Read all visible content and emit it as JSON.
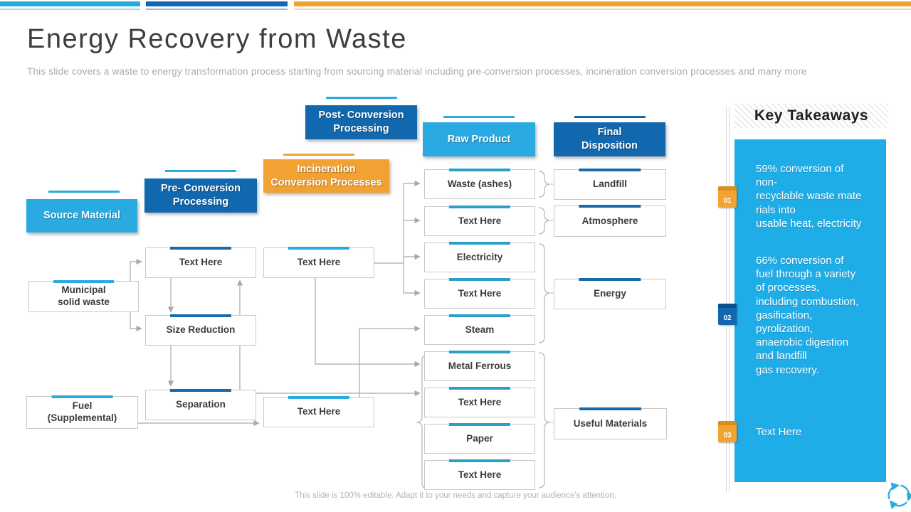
{
  "slide": {
    "title": "Energy Recovery from Waste",
    "subtitle": "This slide covers a waste to energy transformation process starting from sourcing material including pre-conversion processes, incineration conversion processes and many more",
    "footer_note": "This slide is 100% editable. Adapt it to your needs and capture your audience's attention."
  },
  "columns": {
    "source": {
      "label": "Source Material"
    },
    "pre": {
      "label": "Pre- Conversion\nProcessing"
    },
    "incineration": {
      "label": "Incineration\nConversion Processes"
    },
    "post": {
      "label": "Post- Conversion\nProcessing"
    },
    "raw": {
      "label": "Raw Product"
    },
    "final": {
      "label": "Final\nDisposition"
    }
  },
  "nodes": {
    "municipal": "Municipal\nsolid waste",
    "fuel": "Fuel\n(Supplemental)",
    "pre_text": "Text Here",
    "size_reduction": "Size Reduction",
    "separation": "Separation",
    "incin_text_top": "Text Here",
    "incin_text_bottom": "Text Here",
    "raw_waste": "Waste (ashes)",
    "raw_text_1": "Text Here",
    "raw_electricity": "Electricity",
    "raw_text_2": "Text Here",
    "raw_steam": "Steam",
    "raw_metal": "Metal Ferrous",
    "raw_text_3": "Text Here",
    "raw_paper": "Paper",
    "raw_text_4": "Text Here",
    "final_landfill": "Landfill",
    "final_atmosphere": "Atmosphere",
    "final_energy": "Energy",
    "final_useful": "Useful Materials"
  },
  "edges": [
    [
      "municipal",
      "pre_text"
    ],
    [
      "municipal",
      "size_reduction"
    ],
    [
      "pre_text",
      "size_reduction"
    ],
    [
      "size_reduction",
      "separation"
    ],
    [
      "separation",
      "pre_text"
    ],
    [
      "fuel",
      "incin_text_bottom"
    ],
    [
      "separation",
      "raw_text_3"
    ],
    [
      "incin_text_bottom",
      "raw_steam"
    ],
    [
      "incin_text_top",
      "raw_waste"
    ],
    [
      "incin_text_top",
      "raw_text_1"
    ],
    [
      "incin_text_top",
      "raw_electricity"
    ],
    [
      "incin_text_top",
      "raw_text_2"
    ],
    [
      "incin_text_top",
      "raw_metal"
    ]
  ],
  "groupings": {
    "final_landfill": [
      "raw_waste"
    ],
    "final_atmosphere": [
      "raw_text_1"
    ],
    "final_energy": [
      "raw_electricity",
      "raw_text_2",
      "raw_steam"
    ],
    "final_useful": [
      "raw_metal",
      "raw_text_3",
      "raw_paper",
      "raw_text_4"
    ]
  },
  "takeaways": {
    "title": "Key Takeaways",
    "items": [
      {
        "num": "01",
        "text": "59% conversion of\nnon-\nrecyclable waste mate\nrials into\nusable heat, electricity"
      },
      {
        "num": "02",
        "text": "66% conversion of\nfuel through a variety\nof processes,\nincluding combustion,\ngasification,\npyrolization,\nanaerobic digestion\nand landfill\ngas recovery."
      },
      {
        "num": "03",
        "text": "Text Here"
      }
    ]
  },
  "colors": {
    "light_blue": "#29ABE2",
    "dark_blue": "#1268AE",
    "orange": "#F2A232",
    "connector_gray": "#A9A9A9"
  }
}
